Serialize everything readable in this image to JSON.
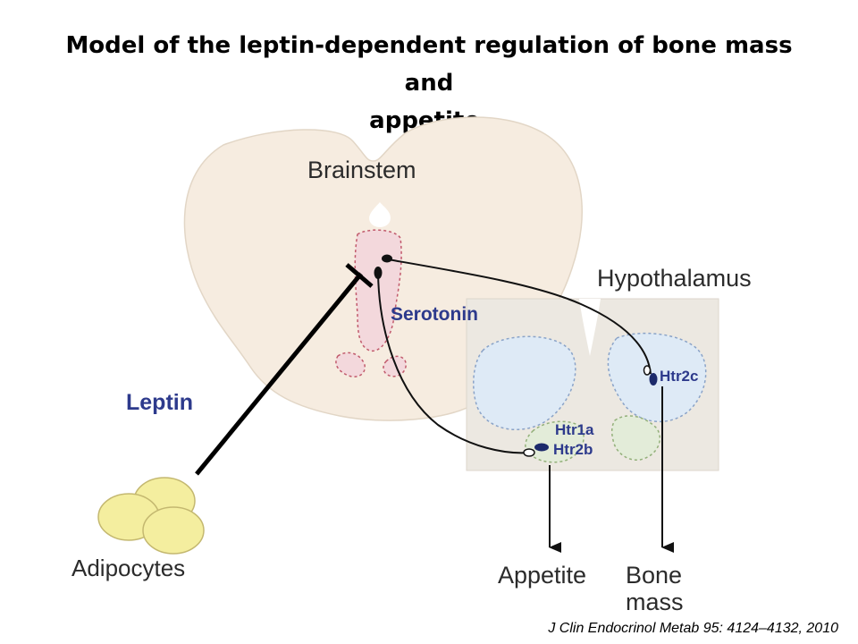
{
  "title": {
    "line1": "Model of the leptin-dependent regulation of bone mass and",
    "line2": "appetite."
  },
  "labels": {
    "brainstem": "Brainstem",
    "hypothalamus": "Hypothalamus",
    "serotonin": "Serotonin",
    "leptin": "Leptin",
    "adipocytes": "Adipocytes",
    "htr2c": "Htr2c",
    "htr1a": "Htr1a",
    "htr2b": "Htr2b",
    "appetite": "Appetite",
    "bone_line1": "Bone",
    "bone_line2": "mass"
  },
  "citation": "J Clin Endocrinol  Metab 95: 4124–4132, 2010",
  "colors": {
    "brain_fill": "#f6ece0",
    "raphe_fill": "#f3d8dc",
    "hypothalamus_box": "#ece8e1",
    "blue_region": "#deeaf6",
    "green_region": "#e3ecd9",
    "adipocyte_fill": "#f4ee9f",
    "label_blue": "#2d3a8c"
  }
}
